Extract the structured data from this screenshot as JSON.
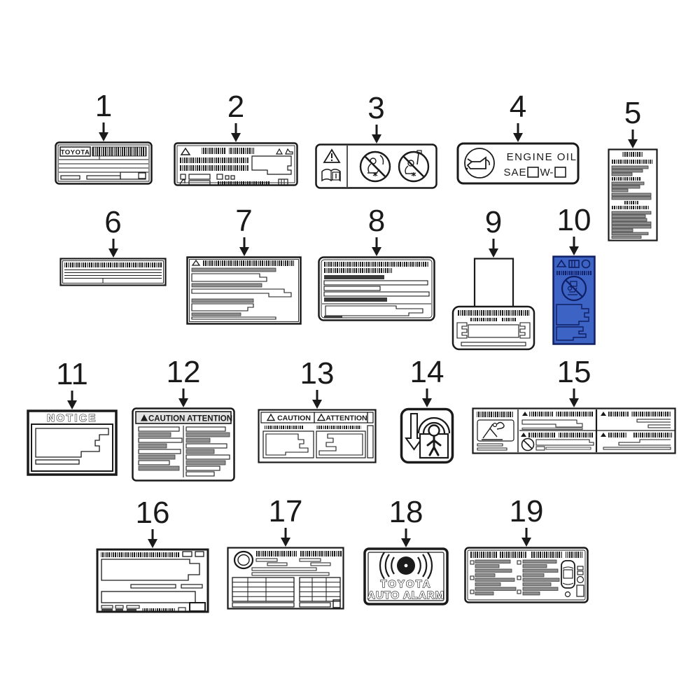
{
  "colors": {
    "line": "#1a1a1a",
    "bar_fill": "#8f8f8f",
    "highlight_fill": "#3d63c5",
    "highlight_stroke": "#101f63",
    "background": "#ffffff"
  },
  "parts": [
    {
      "number": "1",
      "text": {
        "brand": "TOYOTA"
      },
      "icons": [
        "barcode-icon"
      ]
    },
    {
      "number": "2",
      "icons": [
        "warning-triangle-icon",
        "barcode-icon"
      ]
    },
    {
      "number": "3",
      "icons": [
        "warning-triangle-icon",
        "owners-manual-icon",
        "no-rear-facing-child-seat-icon",
        "no-forward-facing-child-seat-icon"
      ]
    },
    {
      "number": "4",
      "text": {
        "title": "ENGINE OIL",
        "sae": "SAE",
        "w": "W-"
      },
      "icons": [
        "oil-can-icon"
      ]
    },
    {
      "number": "5",
      "icons": [
        "barcode-icon"
      ]
    },
    {
      "number": "6",
      "icons": [
        "barcode-icon"
      ]
    },
    {
      "number": "7",
      "icons": [
        "warning-triangle-icon",
        "barcode-icon"
      ]
    },
    {
      "number": "8",
      "icons": [
        "barcode-icon"
      ]
    },
    {
      "number": "9",
      "icons": [
        "barcode-icon"
      ]
    },
    {
      "number": "10",
      "highlighted": true,
      "icons": [
        "warning-triangle-icon",
        "stripe-box-icon",
        "circle-icon",
        "barcode-icon",
        "no-child-seat-icon"
      ]
    },
    {
      "number": "11",
      "text": {
        "title": "NOTICE"
      }
    },
    {
      "number": "12",
      "text": {
        "header": "CAUTION ATTENTION"
      },
      "icons": [
        "warning-triangle-icon"
      ]
    },
    {
      "number": "13",
      "text": {
        "left": "CAUTION",
        "right": "ATTENTION"
      },
      "icons": [
        "warning-triangle-icon",
        "barcode-icon"
      ]
    },
    {
      "number": "14",
      "icons": [
        "down-arrow-icon",
        "seated-person-icon"
      ]
    },
    {
      "number": "15",
      "icons": [
        "barcode-icon",
        "jack-icon",
        "warning-triangle-icon",
        "prohibition-icon"
      ]
    },
    {
      "number": "16",
      "icons": [
        "barcode-icon"
      ]
    },
    {
      "number": "17",
      "icons": [
        "tire-icon",
        "barcode-icon"
      ]
    },
    {
      "number": "18",
      "text": {
        "line1": "TOYOTA",
        "line2": "AUTO ALARM"
      },
      "icons": [
        "siren-icon"
      ]
    },
    {
      "number": "19",
      "icons": [
        "barcode-icon",
        "car-top-view-icon"
      ]
    }
  ]
}
